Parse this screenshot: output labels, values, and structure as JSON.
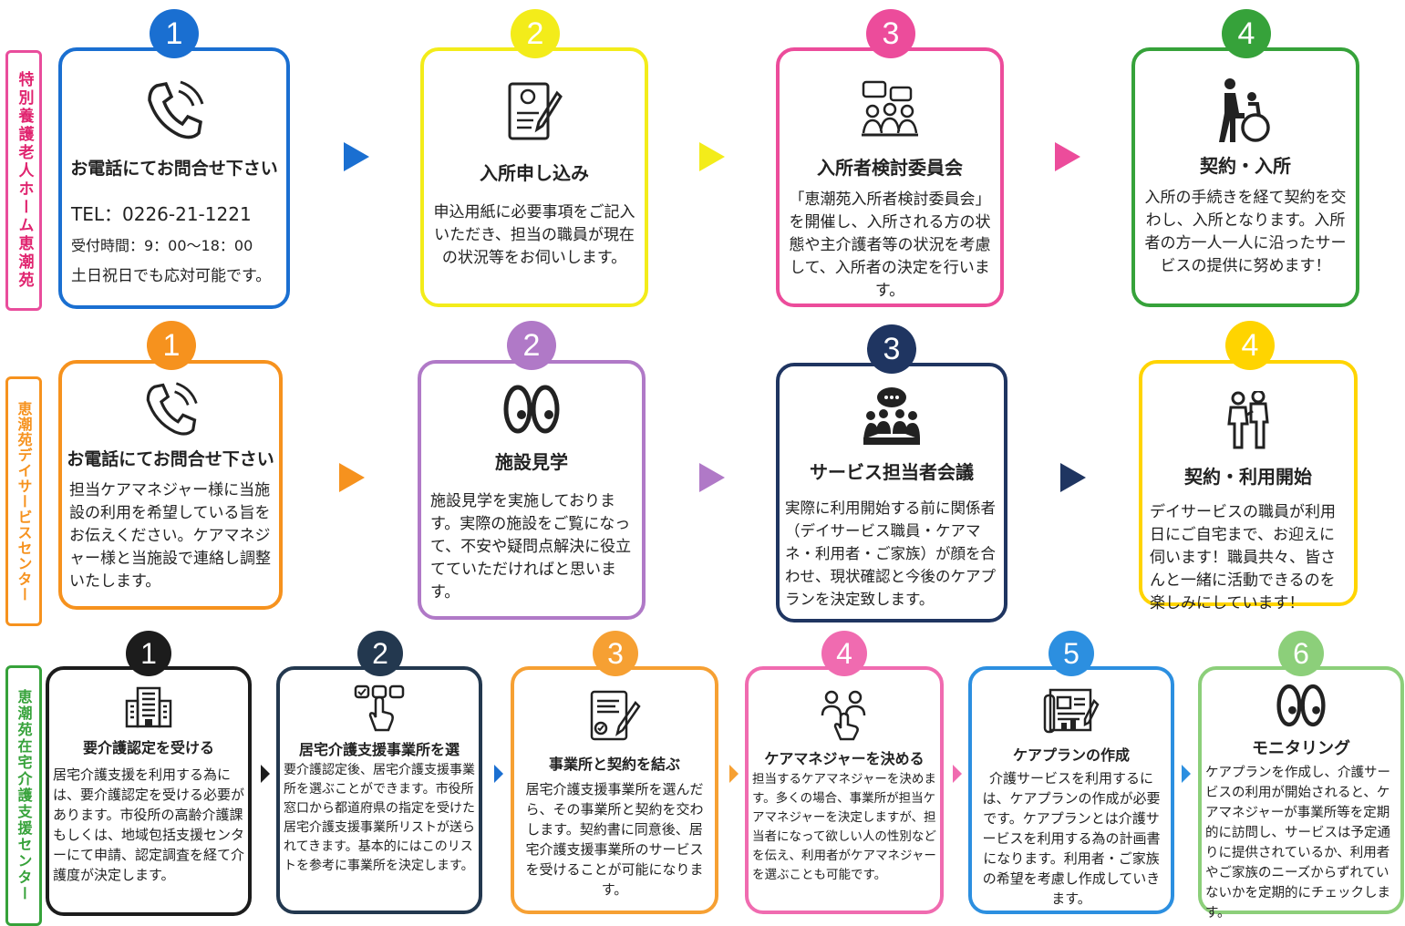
{
  "colors": {
    "blue": "#1a6fd1",
    "yellow": "#f3ec1a",
    "pink": "#ec4c9b",
    "green": "#36a23a",
    "orange": "#f6921e",
    "purple": "#b079c7",
    "navy": "#1f3561",
    "amber": "#ffd400",
    "dark": "#1c1c1c",
    "slate": "#23384f",
    "orange2": "#f6a033",
    "pink2": "#f06bb0",
    "sky": "#2c8fe0",
    "lightgreen": "#8ccf7a"
  },
  "sidebars": {
    "row1": "特別養護老人ホーム恵潮苑",
    "row2": "恵潮苑デイサービスセンター",
    "row3": "恵潮苑在宅介護支援センター"
  },
  "row1": [
    {
      "num": "1",
      "title": "お電話にてお問合せ下さい",
      "lines": [
        "TEL：0226-21-1221",
        "受付時間：9：00〜18：00",
        "土日祝日でも応対可能です。"
      ],
      "icon": "phone-icon"
    },
    {
      "num": "2",
      "title": "入所申し込み",
      "body": "申込用紙に必要事項をご記入いただき、担当の職員が現在の状況等をお伺いします。",
      "icon": "application-form-icon"
    },
    {
      "num": "3",
      "title": "入所者検討委員会",
      "body": "「恵潮苑入所者検討委員会」を開催し、入所される方の状態や主介護者等の状況を考慮して、入所者の決定を行います。",
      "icon": "meeting-icon"
    },
    {
      "num": "4",
      "title": "契約・入所",
      "body": "入所の手続きを経て契約を交わし、入所となります。入所者の方一人一人に沿ったサービスの提供に努めます！",
      "icon": "wheelchair-icon"
    }
  ],
  "row2": [
    {
      "num": "1",
      "title": "お電話にてお問合せ下さい",
      "body": "担当ケアマネジャー様に当施設の利用を希望している旨をお伝えください。ケアマネジャー様と当施設で連絡し調整いたします。",
      "icon": "phone-icon"
    },
    {
      "num": "2",
      "title": "施設見学",
      "body": "施設見学を実施しております。実際の施設をご覧になって、不安や疑問点解決に役立てていただければと思います。",
      "icon": "eyes-icon"
    },
    {
      "num": "3",
      "title": "サービス担当者会議",
      "body": "実際に利用開始する前に関係者（デイサービス職員・ケアマネ・利用者・ご家族）が顔を合わせ、現状確認と今後のケアプランを決定致します。",
      "icon": "conference-icon"
    },
    {
      "num": "4",
      "title": "契約・利用開始",
      "body": "デイサービスの職員が利用日にご自宅まで、お迎えに伺います！職員共々、皆さんと一緒に活動できるのを楽しみにしています！",
      "icon": "caregiver-icon"
    }
  ],
  "row3": [
    {
      "num": "1",
      "title": "要介護認定を受ける",
      "body": "居宅介護支援を利用する為には、要介護認定を受ける必要があります。市役所の高齢介護課もしくは、地域包括支援センターにて申請、認定調査を経て介護度が決定します。",
      "icon": "building-icon"
    },
    {
      "num": "2",
      "title": "居宅介護支援事業所を選",
      "body": "要介護認定後、居宅介護支援事業所を選ぶことができます。市役所窓口から都道府県の指定を受けた居宅介護支援事業所リストが送られてきます。基本的にはこのリストを参考に事業所を決定します。",
      "icon": "select-icon"
    },
    {
      "num": "3",
      "title": "事業所と契約を結ぶ",
      "body": "居宅介護支援事業所を選んだら、その事業所と契約を交わします。契約書に同意後、居宅介護支援事業所のサービスを受けることが可能になります。",
      "icon": "contract-icon"
    },
    {
      "num": "4",
      "title": "ケアマネジャーを決める",
      "body": "担当するケアマネジャーを決めます。多くの場合、事業所が担当ケアマネジャーを決定しますが、担当者になって欲しい人の性別などを伝え、利用者がケアマネジャーを選ぶことも可能です。",
      "icon": "choose-person-icon"
    },
    {
      "num": "5",
      "title": "ケアプランの作成",
      "body": "介護サービスを利用するには、ケアプランの作成が必要です。ケアプランとは介護サービスを利用する為の計画書になります。利用者・ご家族の希望を考慮し作成していきます。",
      "icon": "plan-icon"
    },
    {
      "num": "6",
      "title": "モニタリング",
      "body": "ケアプランを作成し、介護サービスの利用が開始されると、ケアマネジャーが事業所等を定期的に訪問し、サービスは予定通りに提供されているか、利用者やご家族のニーズからずれていないかを定期的にチェックします。",
      "icon": "eyes-icon"
    }
  ]
}
